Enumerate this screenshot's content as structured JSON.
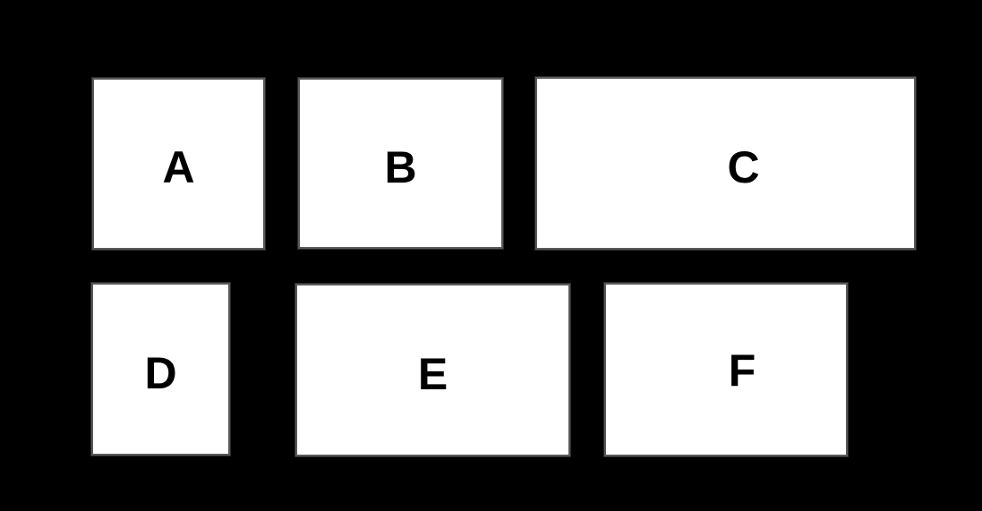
{
  "scene": {
    "background_color": "#000000",
    "box_fill_color": "#ffffff",
    "box_border_color": "#595959",
    "label_color": "#000000"
  },
  "boxes": [
    {
      "label": "A"
    },
    {
      "label": "B"
    },
    {
      "label": "C"
    },
    {
      "label": "D"
    },
    {
      "label": "E"
    },
    {
      "label": "F"
    }
  ]
}
